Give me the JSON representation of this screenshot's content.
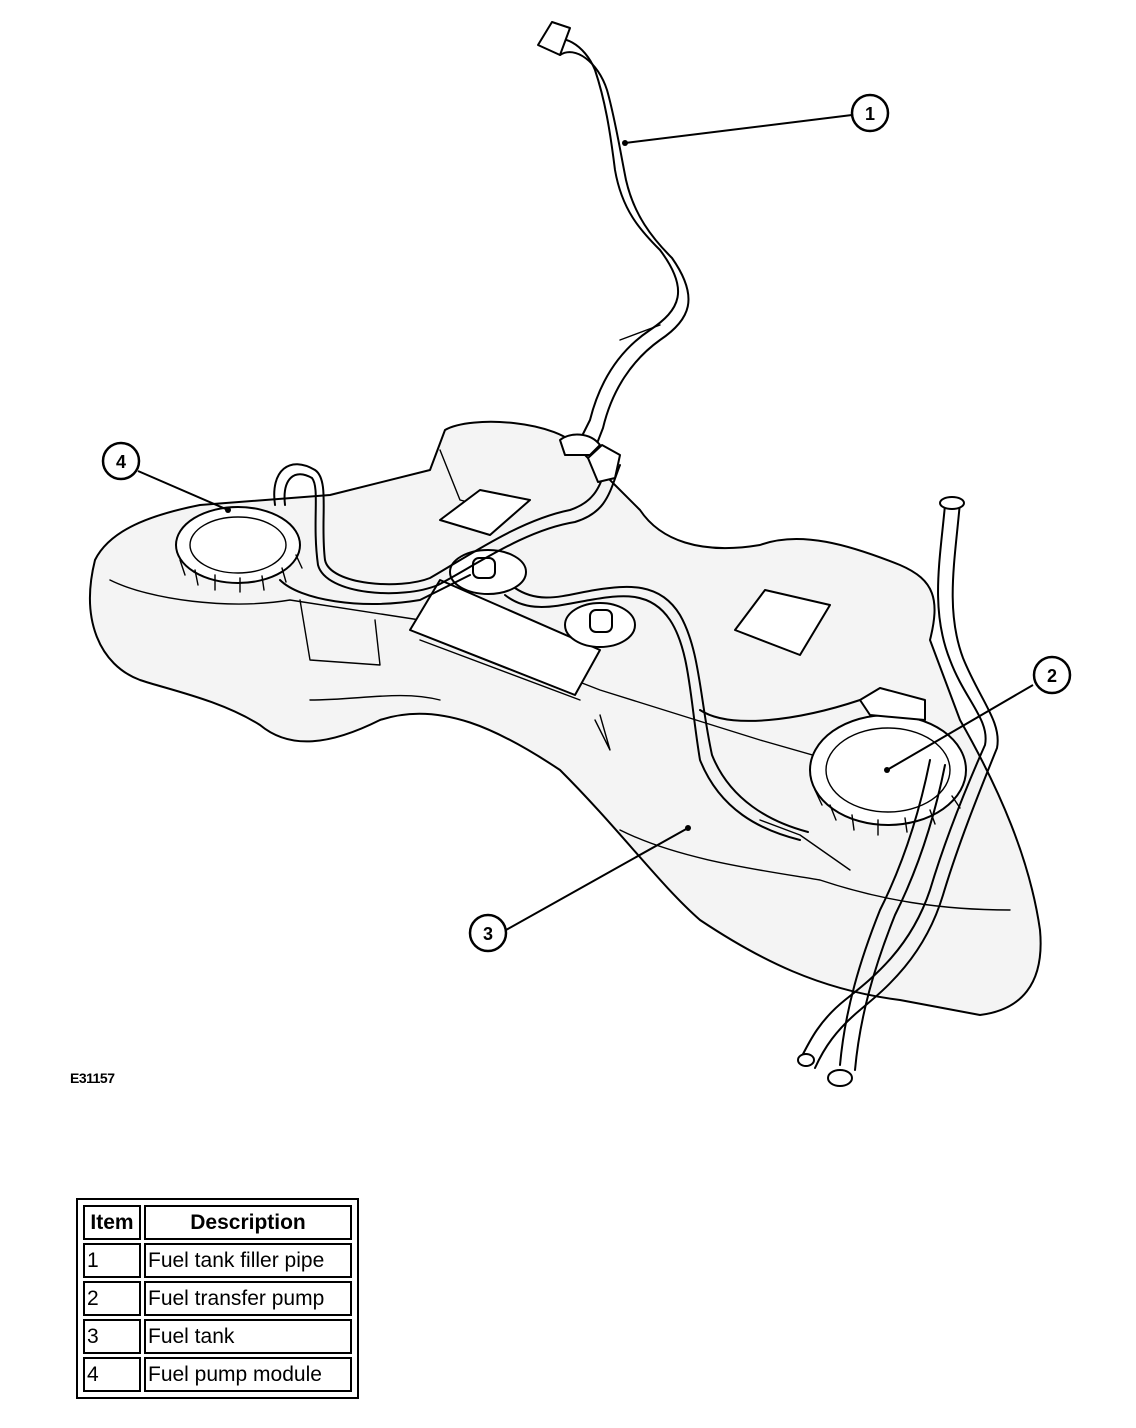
{
  "diagram": {
    "code": "E31157",
    "callouts": [
      "1",
      "2",
      "3",
      "4"
    ]
  },
  "legend": {
    "headers": {
      "item": "Item",
      "description": "Description"
    },
    "rows": [
      {
        "item": "1",
        "description": "Fuel tank filler pipe"
      },
      {
        "item": "2",
        "description": "Fuel transfer pump"
      },
      {
        "item": "3",
        "description": "Fuel tank"
      },
      {
        "item": "4",
        "description": "Fuel pump module"
      }
    ]
  }
}
